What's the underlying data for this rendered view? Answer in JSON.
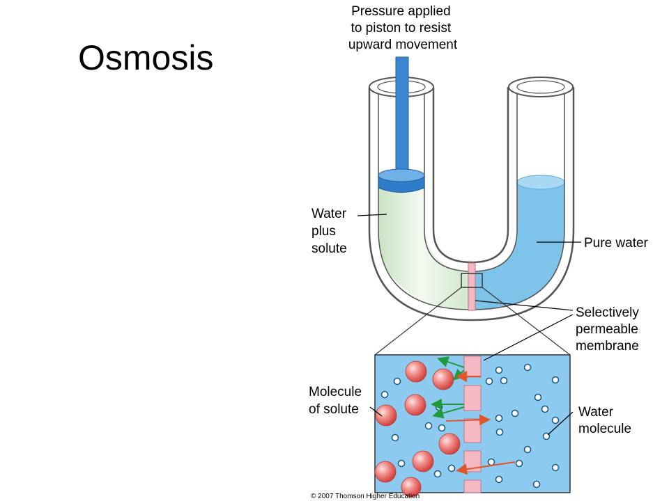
{
  "slide": {
    "title": "Osmosis"
  },
  "labels": {
    "pressure": [
      "Pressure applied",
      "to piston to resist",
      "upward movement"
    ],
    "water_plus_solute": [
      "Water",
      "plus",
      "solute"
    ],
    "pure_water": "Pure water",
    "membrane": [
      "Selectively",
      "permeable",
      "membrane"
    ],
    "molecule_of_solute": [
      "Molecule",
      "of solute"
    ],
    "water_molecule": [
      "Water",
      "molecule"
    ]
  },
  "credit": "© 2007 Thomson Higher Education",
  "colors": {
    "pure_water": "#7ec3ea",
    "solution": "#d9ecd6",
    "piston": "#2f7cc8",
    "membrane": "#f4b9c3",
    "solute": "#e8554f",
    "arrow_green": "#1e9a3c",
    "arrow_orange": "#e0552a"
  }
}
